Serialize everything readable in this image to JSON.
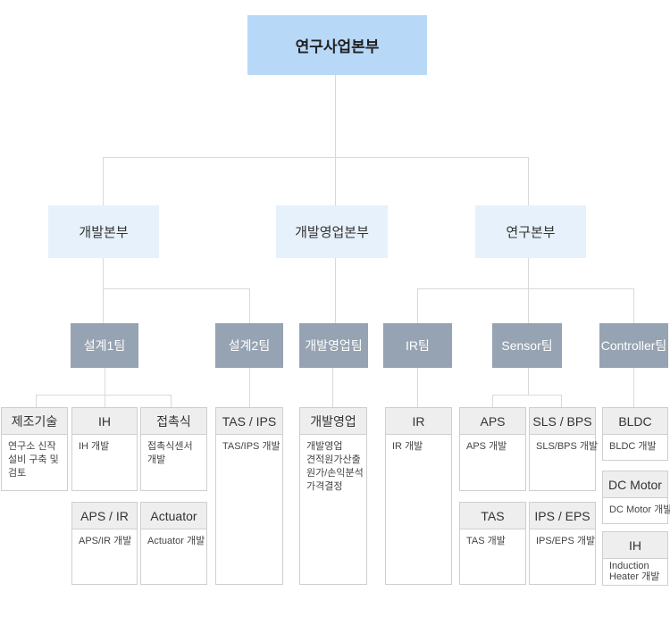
{
  "root": "연구사업본부",
  "divisions": {
    "dev": "개발본부",
    "sales": "개발영업본부",
    "research": "연구본부"
  },
  "teams": {
    "design1": "설계1팀",
    "design2": "설계2팀",
    "devsales": "개발영업팀",
    "ir": "IR팀",
    "sensor": "Sensor팀",
    "controller": "Controller팀"
  },
  "cards": {
    "mfg": {
      "title": "제조기술",
      "lines": [
        "연구소 신작",
        "설비 구축 및",
        "검토"
      ]
    },
    "ih1": {
      "title": "IH",
      "lines": [
        "IH 개발"
      ]
    },
    "contact": {
      "title": "접촉식",
      "lines": [
        "접촉식센서",
        "개발"
      ]
    },
    "apsir": {
      "title": "APS / IR",
      "lines": [
        "APS/IR 개발"
      ]
    },
    "actuator": {
      "title": "Actuator",
      "lines": [
        "Actuator 개발"
      ]
    },
    "tasips": {
      "title": "TAS / IPS",
      "lines": [
        "TAS/IPS 개발"
      ]
    },
    "devsales": {
      "title": "개발영업",
      "lines": [
        "개발영업",
        "견적원가산출",
        "원가/손익분석",
        "가격결정"
      ]
    },
    "ir": {
      "title": "IR",
      "lines": [
        "IR 개발"
      ]
    },
    "aps": {
      "title": "APS",
      "lines": [
        "APS 개발"
      ]
    },
    "slsbps": {
      "title": "SLS / BPS",
      "lines": [
        "SLS/BPS 개발"
      ]
    },
    "tas": {
      "title": "TAS",
      "lines": [
        "TAS 개발"
      ]
    },
    "ipseps": {
      "title": "IPS / EPS",
      "lines": [
        "IPS/EPS 개발"
      ]
    },
    "bldc": {
      "title": "BLDC",
      "lines": [
        "BLDC 개발"
      ]
    },
    "dcmotor": {
      "title": "DC Motor",
      "lines": [
        "DC Motor 개발"
      ]
    },
    "ih2": {
      "title": "IH",
      "lines": [
        "Induction",
        "Heater 개발"
      ]
    }
  }
}
